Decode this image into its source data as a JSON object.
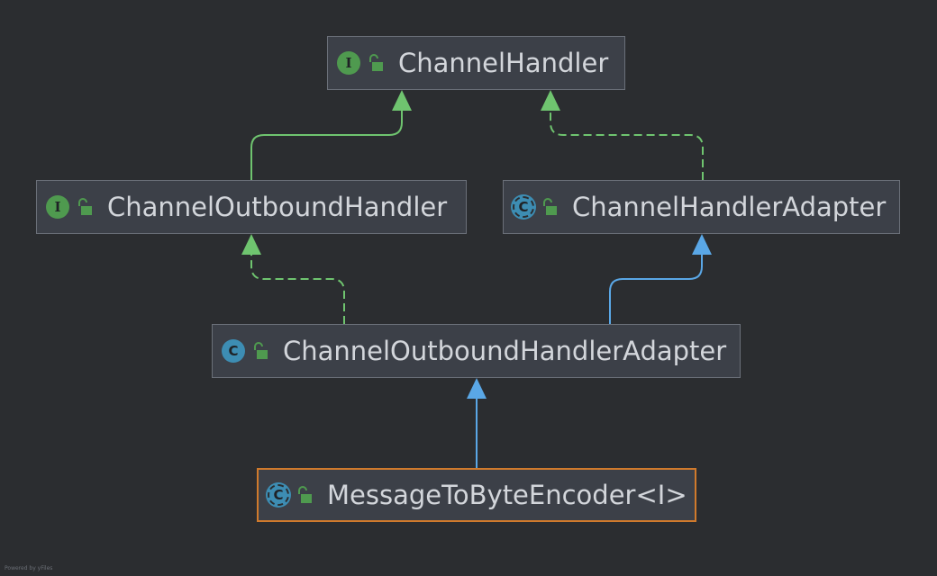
{
  "nodes": [
    {
      "id": "channel-handler",
      "label": "ChannelHandler",
      "kind": "interface",
      "kind_letter": "I"
    },
    {
      "id": "channel-outbound-handler",
      "label": "ChannelOutboundHandler",
      "kind": "interface",
      "kind_letter": "I"
    },
    {
      "id": "channel-handler-adapter",
      "label": "ChannelHandlerAdapter",
      "kind": "abstract-class",
      "kind_letter": "C"
    },
    {
      "id": "channel-outbound-handler-adapter",
      "label": "ChannelOutboundHandlerAdapter",
      "kind": "class",
      "kind_letter": "C"
    },
    {
      "id": "message-to-byte-encoder",
      "label": "MessageToByteEncoder<I>",
      "kind": "abstract-class",
      "kind_letter": "C",
      "selected": true
    }
  ],
  "edges": [
    {
      "from": "channel-outbound-handler",
      "to": "channel-handler",
      "relation": "extends-interface",
      "style": "solid",
      "color": "#6fc46f"
    },
    {
      "from": "channel-handler-adapter",
      "to": "channel-handler",
      "relation": "implements",
      "style": "dashed",
      "color": "#6fc46f"
    },
    {
      "from": "channel-outbound-handler-adapter",
      "to": "channel-outbound-handler",
      "relation": "implements",
      "style": "dashed",
      "color": "#6fc46f"
    },
    {
      "from": "channel-outbound-handler-adapter",
      "to": "channel-handler-adapter",
      "relation": "extends",
      "style": "solid",
      "color": "#5aa7e6"
    },
    {
      "from": "message-to-byte-encoder",
      "to": "channel-outbound-handler-adapter",
      "relation": "extends",
      "style": "solid",
      "color": "#5aa7e6"
    }
  ],
  "colors": {
    "background": "#2b2d30",
    "node_fill": "#3c4048",
    "node_border": "#6b7079",
    "selected_border": "#d07a2c",
    "interface_icon": "#4f9a4f",
    "class_icon": "#3d8db3",
    "lock_icon": "#4f9a4f"
  },
  "icons": {
    "interface": "interface-icon",
    "class": "class-icon",
    "abstract-class": "abstract-class-icon",
    "visibility": "public-lock-icon"
  },
  "watermark": "Powered by yFiles"
}
